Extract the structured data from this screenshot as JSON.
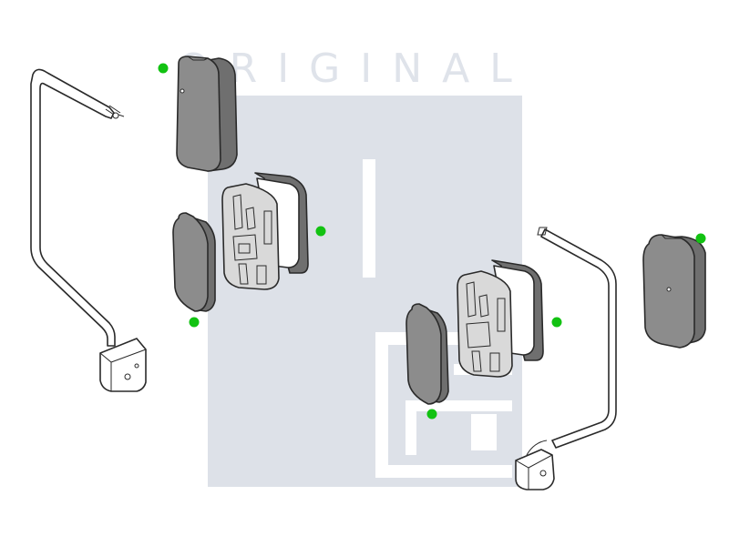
{
  "watermark": {
    "text": "ORIGINAL",
    "color": "#dfe3ea",
    "logo_color": "#dde1e8"
  },
  "colors": {
    "marker": "#12c212",
    "glass": "#8c8c8c",
    "glass_dark": "#6f6f6f",
    "housing": "#d9d9d9",
    "frame": "#ffffff",
    "line": "#2a2a2a"
  },
  "markers": [
    {
      "id": "left-cover",
      "icon": "green-dot"
    },
    {
      "id": "left-housing",
      "icon": "green-dot"
    },
    {
      "id": "left-glass",
      "icon": "green-dot"
    },
    {
      "id": "right-cover",
      "icon": "green-dot"
    },
    {
      "id": "right-housing",
      "icon": "green-dot"
    },
    {
      "id": "right-glass",
      "icon": "green-dot"
    }
  ]
}
